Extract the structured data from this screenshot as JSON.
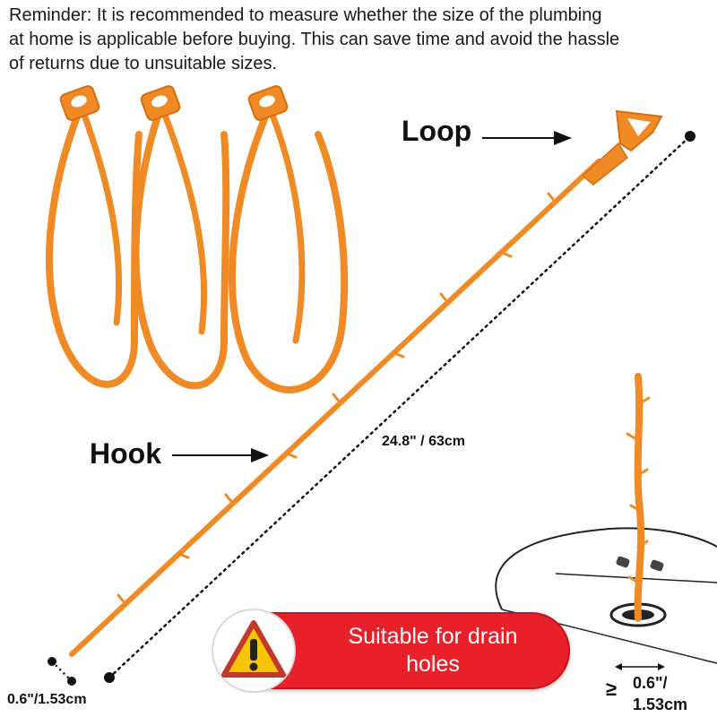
{
  "reminder": {
    "line1": "Reminder: It is recommended to measure whether the size of the plumbing",
    "line2": "at home is applicable before buying. This can save time and avoid the hassle",
    "line3": "of returns due to unsuitable sizes."
  },
  "labels": {
    "loop": "Loop",
    "hook": "Hook",
    "length": "24.8\" / 63cm",
    "width_left": "0.6\"/1.53cm",
    "ge_symbol": "≥",
    "width_right_1": "0.6\"/",
    "width_right_2": "1.53cm"
  },
  "badge": {
    "line1": "Suitable for drain",
    "line2": "holes",
    "icon": "warning-triangle-icon"
  },
  "colors": {
    "strip_orange": "#f08a24",
    "strip_dark": "#d96e10",
    "badge_red": "#e8202a",
    "warning_yellow": "#f7c600"
  }
}
